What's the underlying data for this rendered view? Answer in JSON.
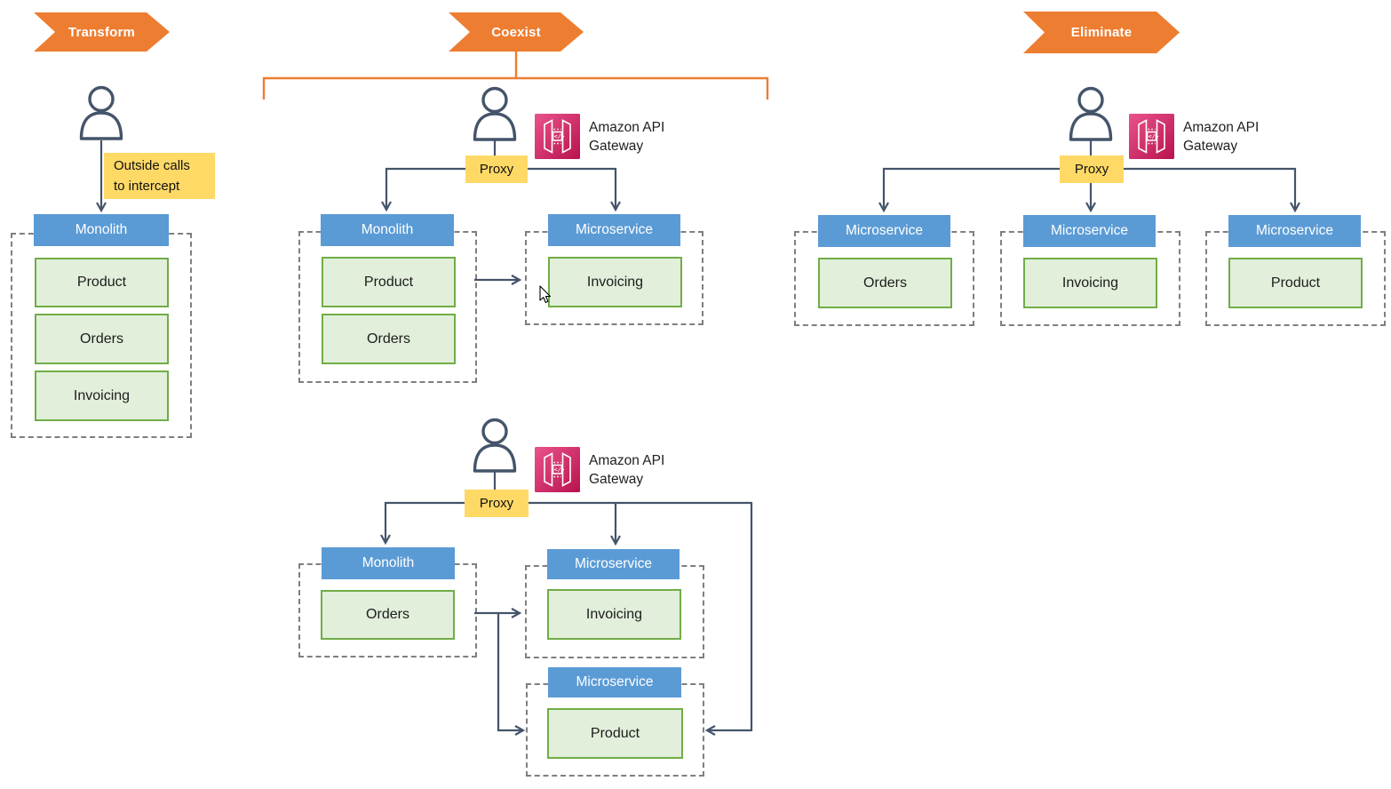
{
  "transform": {
    "banner": "Transform",
    "note_line1": "Outside calls",
    "note_line2": "to intercept",
    "monolith": {
      "title": "Monolith",
      "modules": [
        "Product",
        "Orders",
        "Invoicing"
      ]
    }
  },
  "coexist": {
    "banner": "Coexist",
    "stage1": {
      "gateway_name_line1": "Amazon API",
      "gateway_name_line2": "Gateway",
      "proxy": "Proxy",
      "monolith": {
        "title": "Monolith",
        "modules": [
          "Product",
          "Orders"
        ]
      },
      "microservice": {
        "title": "Microservice",
        "module": "Invoicing"
      }
    },
    "stage2": {
      "gateway_name_line1": "Amazon API",
      "gateway_name_line2": "Gateway",
      "proxy": "Proxy",
      "monolith": {
        "title": "Monolith",
        "modules": [
          "Orders"
        ]
      },
      "microservice_invoicing": {
        "title": "Microservice",
        "module": "Invoicing"
      },
      "microservice_product": {
        "title": "Microservice",
        "module": "Product"
      }
    }
  },
  "eliminate": {
    "banner": "Eliminate",
    "gateway_name_line1": "Amazon API",
    "gateway_name_line2": "Gateway",
    "proxy": "Proxy",
    "microservices": [
      {
        "title": "Microservice",
        "module": "Orders"
      },
      {
        "title": "Microservice",
        "module": "Invoicing"
      },
      {
        "title": "Microservice",
        "module": "Product"
      }
    ]
  },
  "colors": {
    "phase_banner": "#ED7D31",
    "container_header": "#5B9BD5",
    "module_fill": "#E2EFDA",
    "module_border": "#70AD47",
    "proxy_fill": "#FFD966",
    "connector": "#44546A",
    "dashed_border": "#7F7F7F",
    "gateway_gradient_start": "#E9538B",
    "gateway_gradient_end": "#B8124F"
  }
}
